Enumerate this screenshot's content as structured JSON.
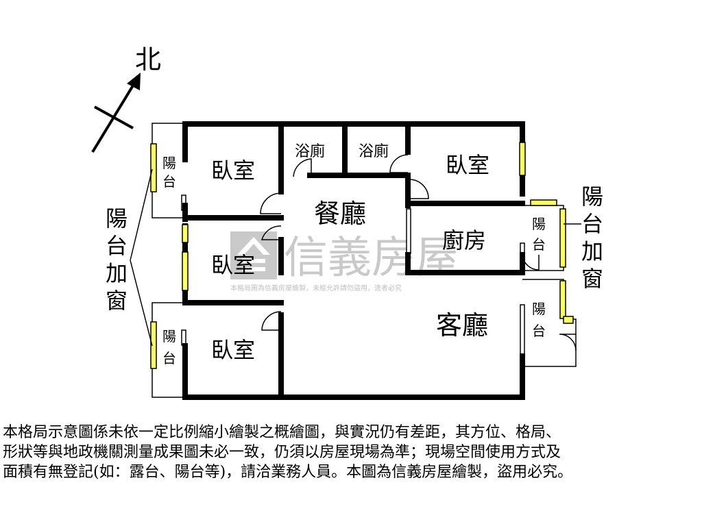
{
  "compass": {
    "north_label": "北"
  },
  "rooms": {
    "bedroom_top_left": "臥室",
    "bath_1": "浴廁",
    "bath_2": "浴廁",
    "bedroom_top_right": "臥室",
    "dining": "餐廳",
    "bedroom_middle": "臥室",
    "kitchen": "廚房",
    "bedroom_bottom_left": "臥室",
    "living": "客廳"
  },
  "balconies": {
    "left_top": [
      "陽",
      "台"
    ],
    "left_bottom": [
      "陽",
      "台"
    ],
    "right_middle": [
      "陽",
      "台"
    ],
    "right_bottom": [
      "陽",
      "台"
    ]
  },
  "annotations": {
    "left_enclosure": [
      "陽",
      "台",
      "加",
      "窗"
    ],
    "right_enclosure": [
      "陽",
      "台",
      "加",
      "窗"
    ]
  },
  "watermark": {
    "brand": "信義房屋",
    "notice": "本格局圖為信義房屋繪製，未經允許請勿盜用，違者必究"
  },
  "disclaimer": [
    "本格局示意圖係未依一定比例縮小繪製之概繪圖，與實況仍有差距，其方位、格局、",
    "形狀等與地政機關測量成果圖未必一致，仍須以房屋現場為準；現場空間使用方式及",
    "面積有無登記(如：露台、陽台等)，請洽業務人員。本圖為信義房屋繪製，盜用必究。"
  ],
  "colors": {
    "wall": "#000000",
    "window": "#ffff66",
    "watermark": "#c9c9c9"
  }
}
